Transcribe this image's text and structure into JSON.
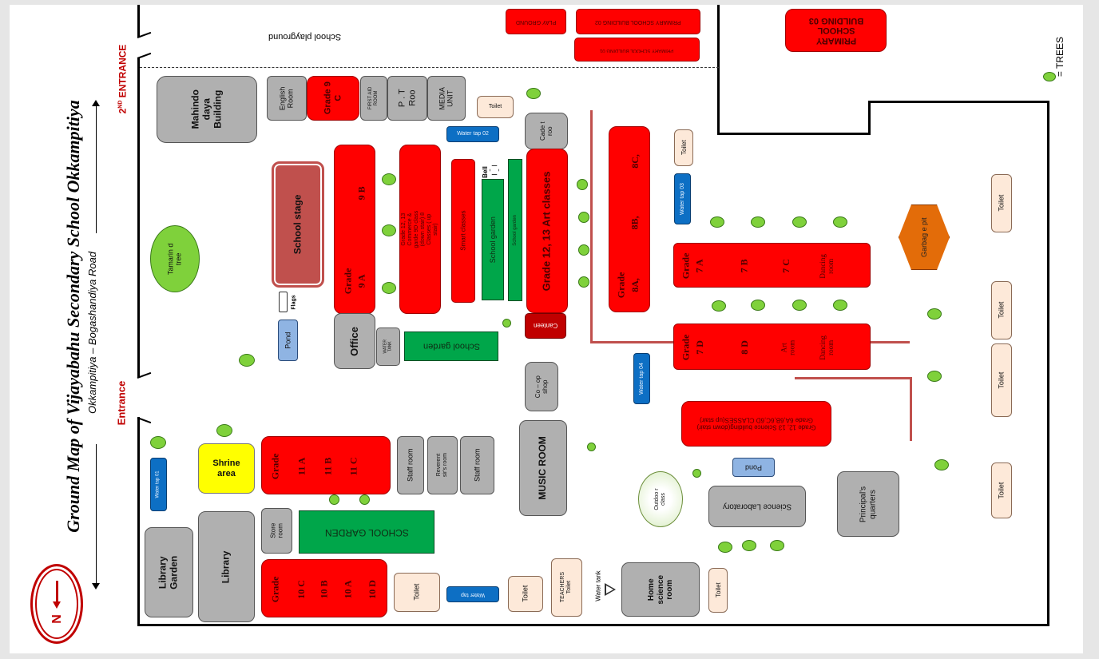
{
  "title": "Ground Map of Vijayabahu Secondary School Okkampitiya",
  "road": "Okkampitiya – Bogashandiya Road",
  "entrance": "Entrance",
  "entrance2_prefix": "2",
  "entrance2_sup": "ND",
  "entrance2_suffix": " ENTRANCE",
  "compass": "N",
  "legend": "= TREES",
  "labels": {
    "school_playground": "School playground",
    "play_ground": "PLAY GROUND",
    "primary_02": "PRIMARY SCHOOL BUILDING 02",
    "primary_01": "PRIMARY SCHOOL BUILDING 01",
    "primary_03": "PRIMARY SCHOOL BUILDING 03",
    "mahindo": "Mahindo daya Building",
    "english": "English Room",
    "grade_9c": "Grade 9 C",
    "first_aid": "FIRST AID ROOM",
    "pt_room": "P . T Roo",
    "media_unit": "MEDIA UNIT",
    "toilet": "Toilet",
    "water_tap_02": "Water tap 02",
    "cadet_room": "Cade t roo",
    "school_stage": "School stage",
    "grade": "Grade",
    "g9b": "9 B",
    "g9a": "9 A",
    "commerce": "Grade 12, 13 Commerce & garde 9D class (down stair) 8 Classes ( up stair)",
    "smart": "Smart classes",
    "bell": "Bell",
    "school_garden": "School garden",
    "school_garden_caps": "SCHOOL GARDEN",
    "art12": "Grade 12, 13 Art classes",
    "canteen": "Canteen",
    "g8c": "8C,",
    "g8b": "8B,",
    "g8a": "8A,",
    "water_tap_03": "Water tap 03",
    "water_tap_04": "Water tap 04",
    "water_tap_01": "Water tap 01",
    "water_tap": "Water tap",
    "g7a": "7 A",
    "g7b": "7 B",
    "g7c": "7 C",
    "g7d": "7 D",
    "g8d": "8 D",
    "dancing": "Dancing room",
    "art_room": "Art room",
    "garbage": "Garbag e pit",
    "tamarind": "Tamarin d tree",
    "flags": "Flags",
    "pond": "Pond",
    "office": "Office",
    "water_tank_small": "WATER TANK",
    "coop": "Co – op shop",
    "science12": "Grade 12, 13 Science building(down stair) Grade 6A,6B,6C,6D CLASSES(up stair)",
    "shrine": "Shrine area",
    "g11a": "11 A",
    "g11b": "11 B",
    "g11c": "11 C",
    "staff_room": "Staff room",
    "reverent": "Reverent sir's room",
    "music": "MUSIC ROOM",
    "outdoor": "Outdoo r class",
    "science_lab": "Science Laboratory",
    "principal": "Principal's quarters",
    "library": "Library",
    "library_garden": "Library Garden",
    "store": "Store room",
    "g10c": "10 C",
    "g10b": "10 B",
    "g10a": "10 A",
    "g10d": "10 D",
    "teachers_toilet": "TEACHERS Toilet",
    "water_tank": "Water tank",
    "home_science": "Home science room"
  },
  "colors": {
    "building_red": "#ff0000",
    "building_gray": "#b0b0b0",
    "garden_green": "#00a64a",
    "water_tap_blue": "#0d6fc4",
    "toilet_peach": "#fde9d9",
    "pond_blue": "#8fb4e3",
    "shrine_yellow": "#ffff00",
    "garbage_orange": "#e36c09",
    "tree_green": "#7fd13b",
    "entrance_red": "#c00000"
  }
}
